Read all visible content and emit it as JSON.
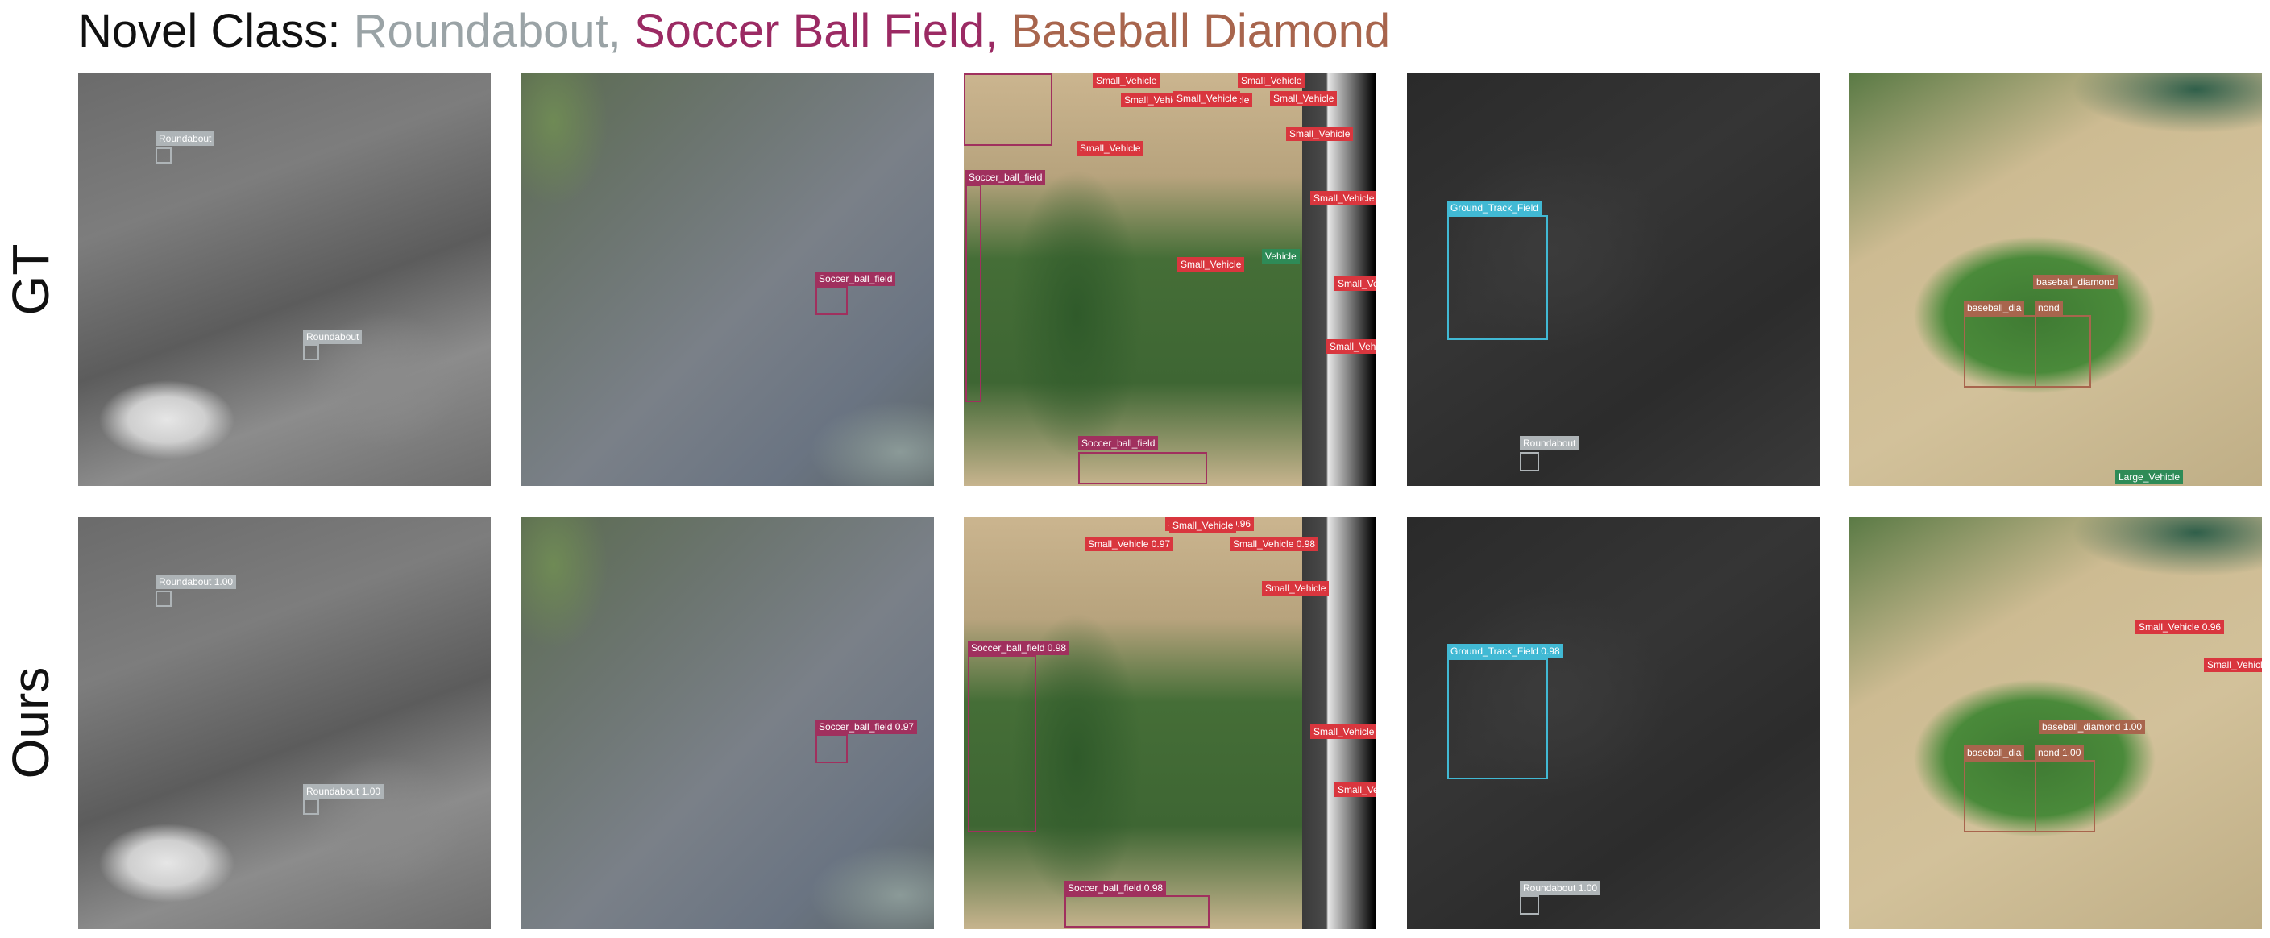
{
  "title": {
    "prefix": "Novel Class: ",
    "classes": [
      {
        "text": "Roundabout,",
        "color": "#9aa3a6"
      },
      {
        "text": "Soccer Ball Field,",
        "color": "#9b2a63"
      },
      {
        "text": "Baseball Diamond",
        "color": "#a8654d"
      }
    ]
  },
  "row_labels": [
    "GT",
    "Ours"
  ],
  "colors": {
    "roundabout": "#aeb4b7",
    "soccer_ball_field": "#a0305e",
    "small_vehicle": "#d9363e",
    "ground_track_field": "#41b9d4",
    "baseball_diamond": "#a8654d",
    "large_vehicle": "#2e8b57"
  },
  "rows": [
    {
      "row": "GT",
      "panels": [
        {
          "scene": "gray-rural",
          "tags": [
            {
              "text": "Roundabout",
              "cls": "roundabout"
            },
            {
              "text": "Roundabout",
              "cls": "roundabout"
            }
          ]
        },
        {
          "scene": "urban",
          "tags": [
            {
              "text": "Soccer_ball_field",
              "cls": "soccer_ball_field"
            }
          ]
        },
        {
          "scene": "campus",
          "tags": [
            {
              "text": "Small_Vehicle",
              "cls": "small_vehicle"
            },
            {
              "text": "Small_Vehicle",
              "cls": "small_vehicle"
            },
            {
              "text": "Small_Vehicle",
              "cls": "small_vehicle"
            },
            {
              "text": "Small_Vehicle",
              "cls": "small_vehicle"
            },
            {
              "text": "Small_Vehicle",
              "cls": "small_vehicle"
            },
            {
              "text": "Small_Vehicle",
              "cls": "small_vehicle"
            },
            {
              "text": "Small_Vehicle",
              "cls": "small_vehicle"
            },
            {
              "text": "Small_Vehicle",
              "cls": "small_vehicle"
            },
            {
              "text": "Small_Vehicle",
              "cls": "small_vehicle"
            },
            {
              "text": "Small_Vehicle",
              "cls": "small_vehicle"
            },
            {
              "text": "Small_Vehicle",
              "cls": "small_vehicle"
            },
            {
              "text": "Small_Vehicle",
              "cls": "small_vehicle"
            },
            {
              "text": "Soccer_ball_field",
              "cls": "soccer_ball_field"
            },
            {
              "text": "Soccer_ball_field",
              "cls": "soccer_ball_field"
            },
            {
              "text": "Vehicle",
              "cls": "large_vehicle"
            }
          ]
        },
        {
          "scene": "dark",
          "tags": [
            {
              "text": "Ground_Track_Field",
              "cls": "ground_track_field"
            },
            {
              "text": "Roundabout",
              "cls": "roundabout"
            }
          ]
        },
        {
          "scene": "park",
          "tags": [
            {
              "text": "baseball_diamond",
              "cls": "baseball_diamond"
            },
            {
              "text": "baseball_dia",
              "cls": "baseball_diamond"
            },
            {
              "text": "nond",
              "cls": "baseball_diamond"
            },
            {
              "text": "Large_Vehicle",
              "cls": "large_vehicle"
            }
          ]
        }
      ]
    },
    {
      "row": "Ours",
      "panels": [
        {
          "scene": "gray-rural",
          "tags": [
            {
              "text": "Roundabout 1.00",
              "cls": "roundabout"
            },
            {
              "text": "Roundabout 1.00",
              "cls": "roundabout"
            }
          ]
        },
        {
          "scene": "urban",
          "tags": [
            {
              "text": "Soccer_ball_field 0.97",
              "cls": "soccer_ball_field"
            }
          ]
        },
        {
          "scene": "campus",
          "tags": [
            {
              "text": "Small_Vehicle 0.96",
              "cls": "small_vehicle"
            },
            {
              "text": "Small_Vehicle 0.97",
              "cls": "small_vehicle"
            },
            {
              "text": "Small_Vehicle 0.98",
              "cls": "small_vehicle"
            },
            {
              "text": "Small_Vehicle",
              "cls": "small_vehicle"
            },
            {
              "text": "Small_Vehicle",
              "cls": "small_vehicle"
            },
            {
              "text": "Small_Vehicle",
              "cls": "small_vehicle"
            },
            {
              "text": "Small_Vehicle",
              "cls": "small_vehicle"
            },
            {
              "text": "Soccer_ball_field 0.98",
              "cls": "soccer_ball_field"
            },
            {
              "text": "Soccer_ball_field 0.98",
              "cls": "soccer_ball_field"
            }
          ]
        },
        {
          "scene": "dark",
          "tags": [
            {
              "text": "Ground_Track_Field 0.98",
              "cls": "ground_track_field"
            },
            {
              "text": "Roundabout 1.00",
              "cls": "roundabout"
            }
          ]
        },
        {
          "scene": "park",
          "tags": [
            {
              "text": "Small_Vehicle 0.96",
              "cls": "small_vehicle"
            },
            {
              "text": "Small_Vehicle",
              "cls": "small_vehicle"
            },
            {
              "text": "baseball_diamond 1.00",
              "cls": "baseball_diamond"
            },
            {
              "text": "baseball_dia",
              "cls": "baseball_diamond"
            },
            {
              "text": "nond 1.00",
              "cls": "baseball_diamond"
            }
          ]
        }
      ]
    }
  ]
}
